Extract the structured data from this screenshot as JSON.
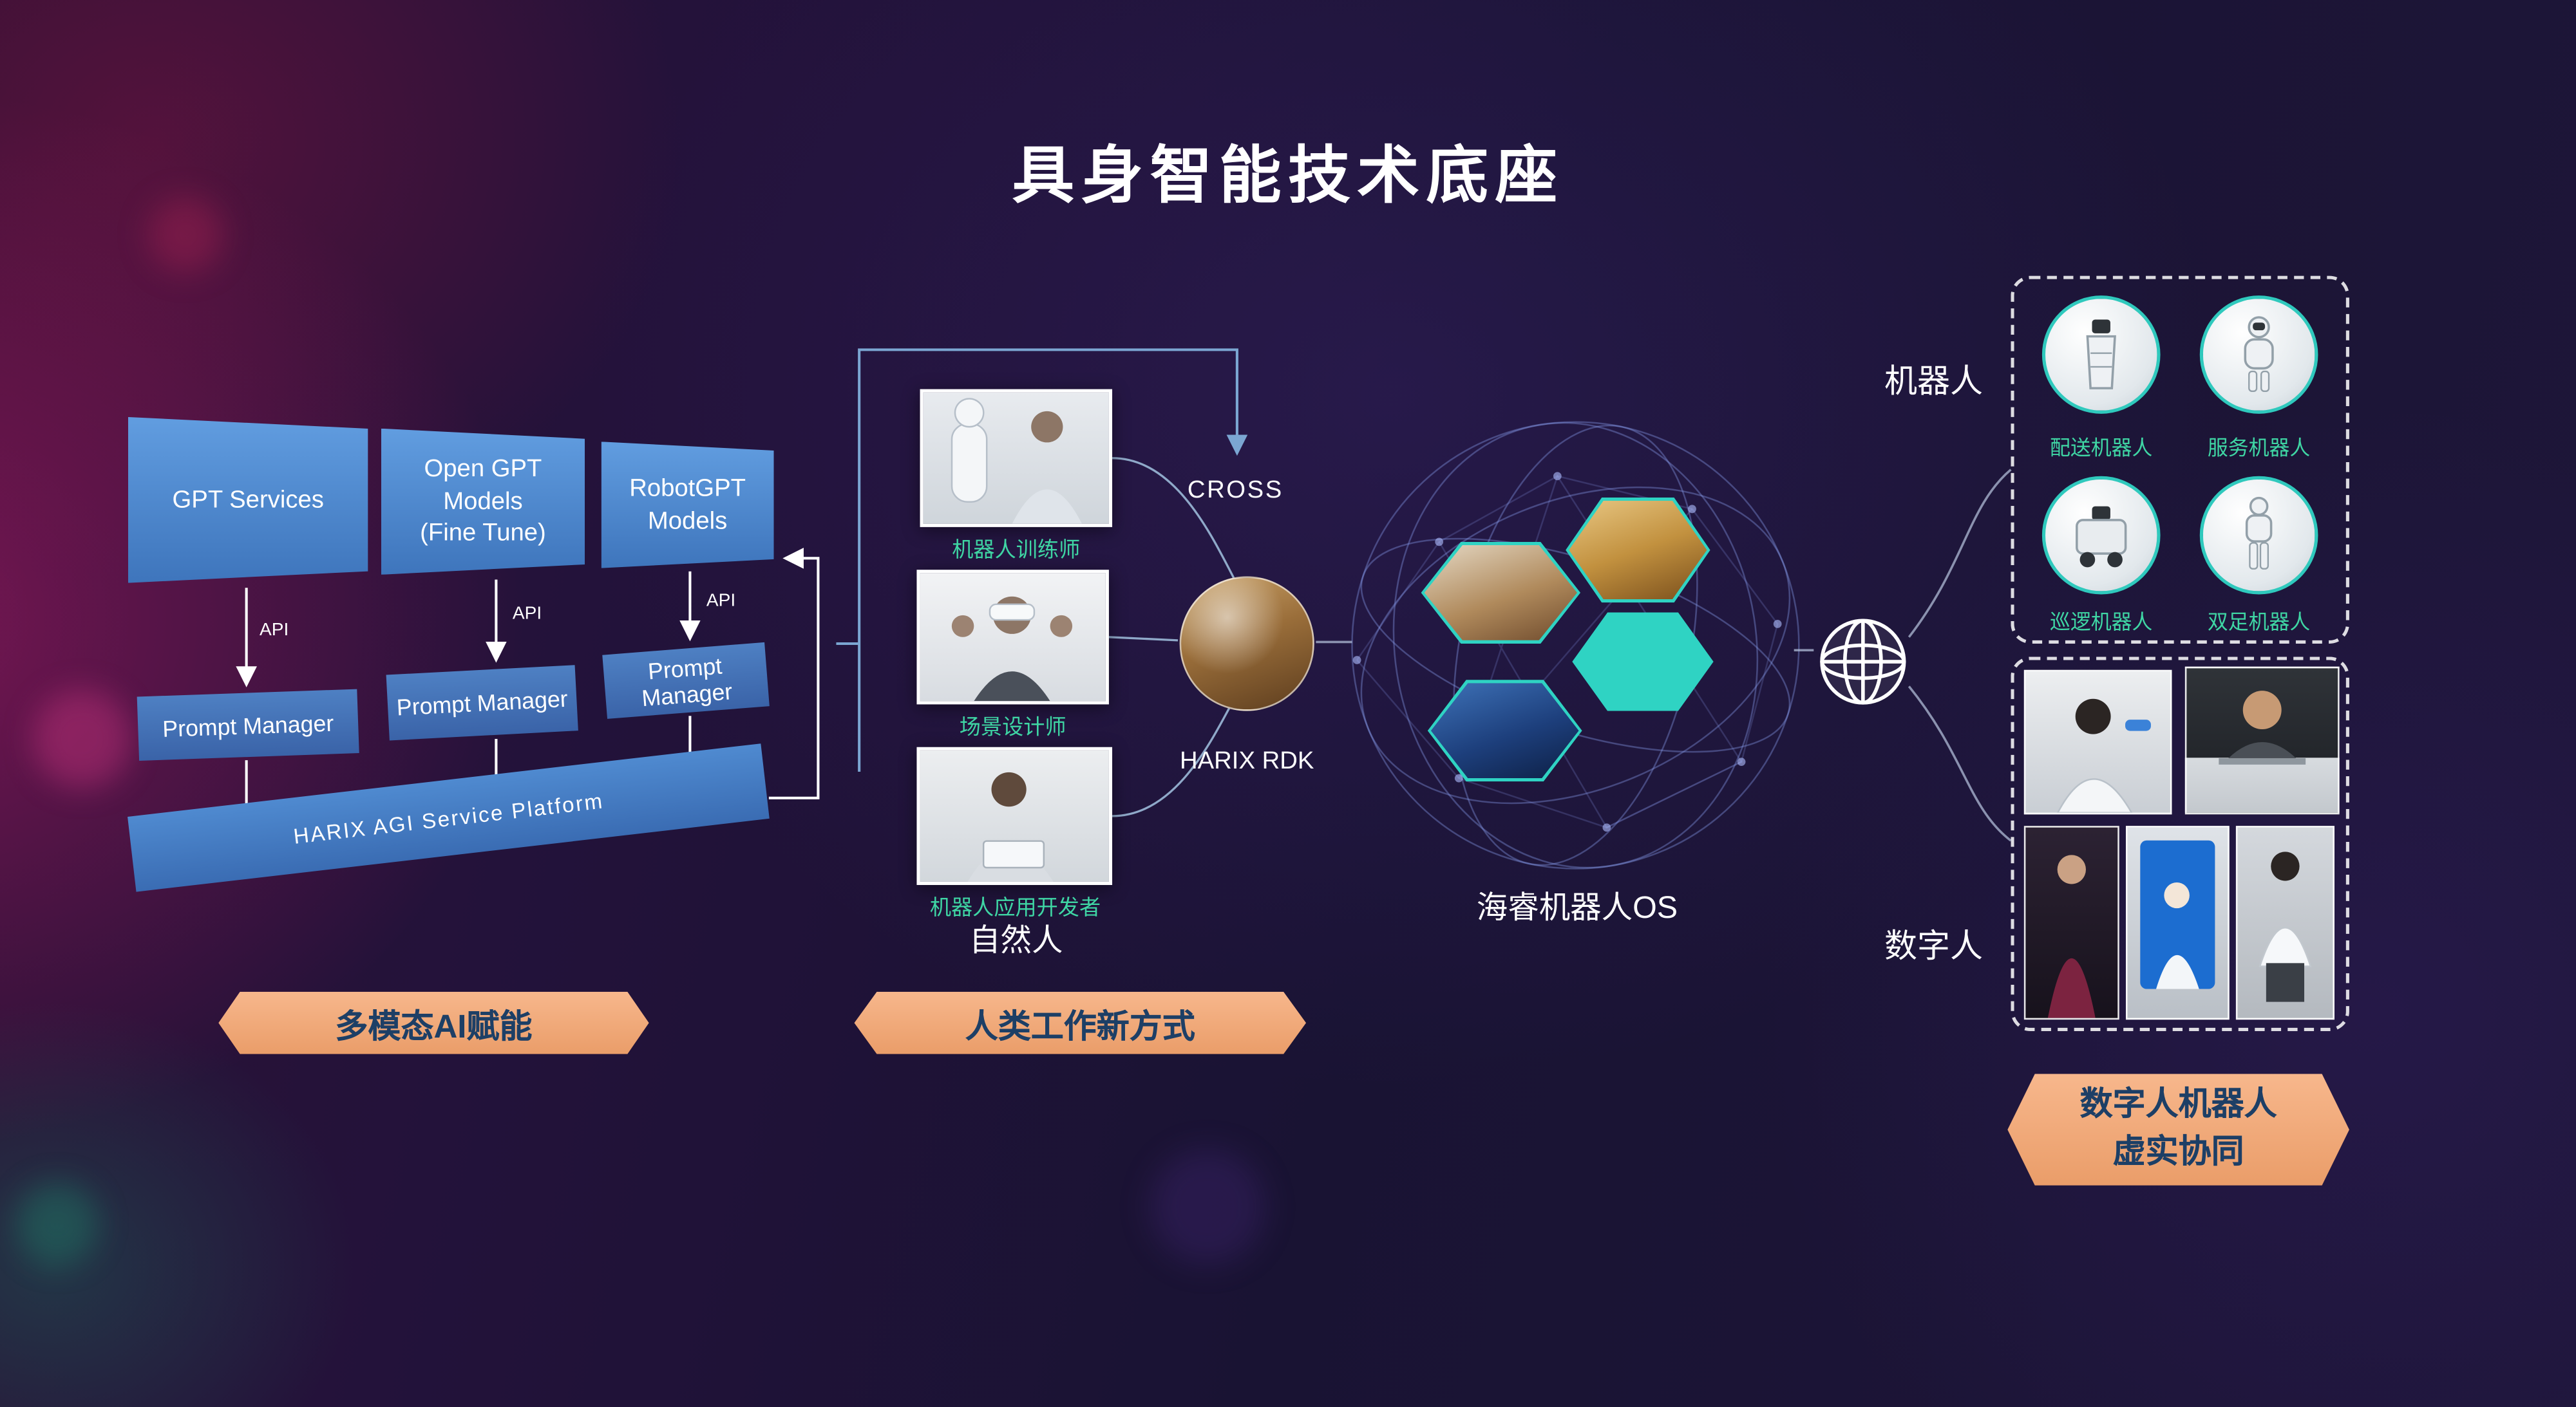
{
  "title": "具身智能技术底座",
  "colors": {
    "accent_teal": "#3fd6a4",
    "banner_orange": "#f2a878",
    "box_blue": "#4a86cc",
    "banner_text": "#1d3f66"
  },
  "left_section": {
    "model_boxes": [
      {
        "label": "GPT Services"
      },
      {
        "label": "Open GPT Models\n(Fine Tune)"
      },
      {
        "label": "RobotGPT Models"
      }
    ],
    "api_label": "API",
    "prompt_manager_label": "Prompt Manager",
    "platform_label": "HARIX AGI Service Platform",
    "banner": "多模态AI赋能"
  },
  "middle_section": {
    "photos": [
      {
        "caption": "机器人训练师"
      },
      {
        "caption": "场景设计师"
      },
      {
        "caption": "机器人应用开发者"
      }
    ],
    "natural_person_label": "自然人",
    "cross_label": "CROSS",
    "rdk_label": "HARIX RDK",
    "banner": "人类工作新方式"
  },
  "center_section": {
    "os_label": "海睿机器人OS"
  },
  "right_section": {
    "robots_title": "机器人",
    "robot_items": [
      {
        "label": "配送机器人"
      },
      {
        "label": "服务机器人"
      },
      {
        "label": "巡逻机器人"
      },
      {
        "label": "双足机器人"
      }
    ],
    "digital_title": "数字人",
    "banner_line1": "数字人机器人",
    "banner_line2": "虚实协同"
  }
}
